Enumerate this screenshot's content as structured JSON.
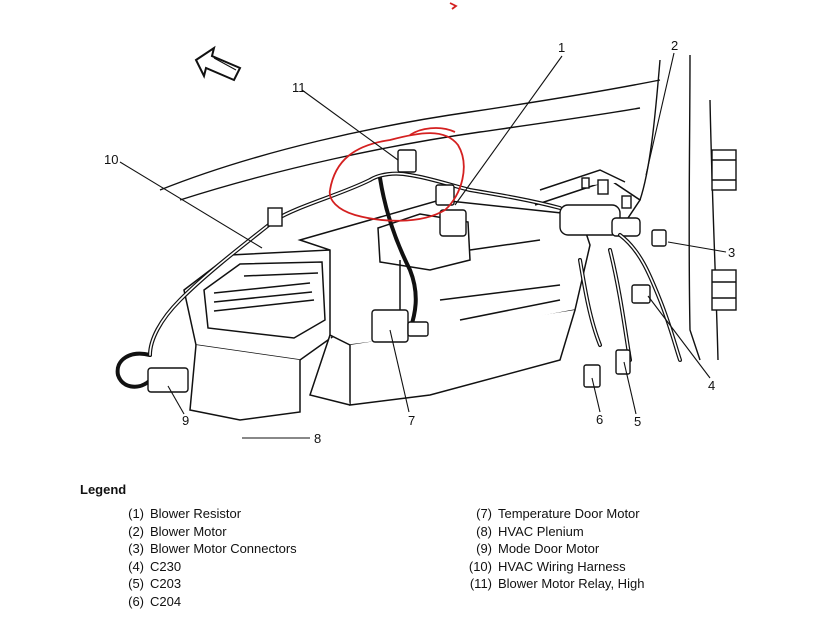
{
  "callouts": {
    "c1": "1",
    "c2": "2",
    "c3": "3",
    "c4": "4",
    "c5": "5",
    "c6": "6",
    "c7": "7",
    "c8": "8",
    "c9": "9",
    "c10": "10",
    "c11": "11"
  },
  "legend": {
    "title": "Legend",
    "left": [
      {
        "num": "(1)",
        "label": "Blower Resistor"
      },
      {
        "num": "(2)",
        "label": "Blower Motor"
      },
      {
        "num": "(3)",
        "label": "Blower Motor Connectors"
      },
      {
        "num": "(4)",
        "label": "C230"
      },
      {
        "num": "(5)",
        "label": "C203"
      },
      {
        "num": "(6)",
        "label": "C204"
      }
    ],
    "right": [
      {
        "num": "(7)",
        "label": "Temperature Door Motor"
      },
      {
        "num": "(8)",
        "label": "HVAC Plenium"
      },
      {
        "num": "(9)",
        "label": "Mode Door Motor"
      },
      {
        "num": "(10)",
        "label": "HVAC Wiring Harness"
      },
      {
        "num": "(11)",
        "label": "Blower Motor Relay, High"
      }
    ]
  },
  "colors": {
    "line": "#111111",
    "highlight": "#d42020"
  }
}
